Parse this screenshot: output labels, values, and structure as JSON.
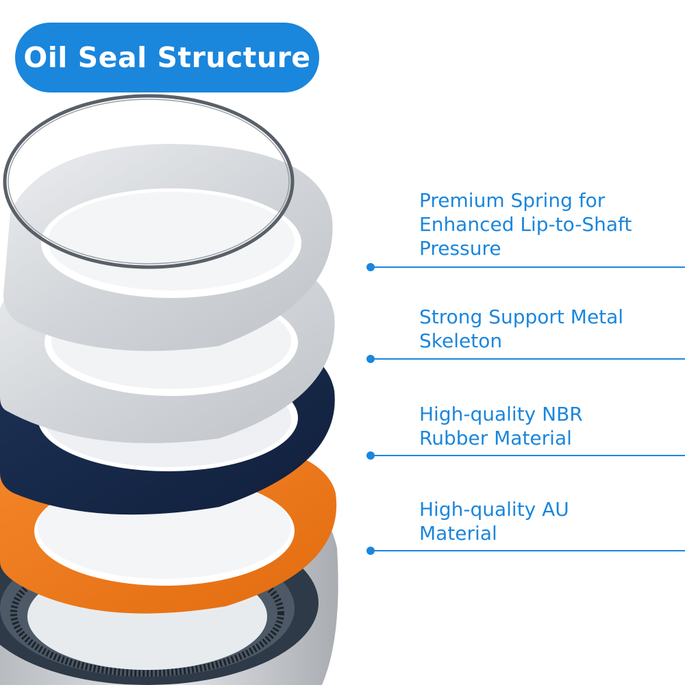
{
  "title": "Oil Seal Structure",
  "colors": {
    "accent": "#1a86dc",
    "callout_text": "#1a86dc",
    "silver": "#d7d9dc",
    "navy": "#16284a",
    "orange": "#f07b1d"
  },
  "callouts": [
    {
      "lines": [
        "Premium Spring for",
        "Enhanced Lip-to-Shaft",
        "Pressure"
      ]
    },
    {
      "lines": [
        "Strong Support Metal",
        "Skeleton"
      ]
    },
    {
      "lines": [
        "High-quality NBR",
        "Rubber Material"
      ]
    },
    {
      "lines": [
        "High-quality AU",
        "Material"
      ]
    }
  ]
}
